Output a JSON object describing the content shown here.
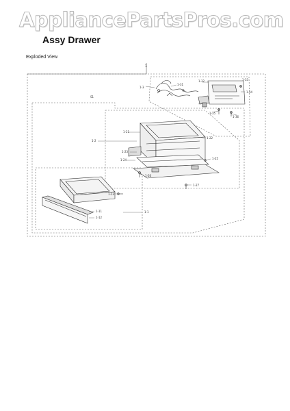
{
  "watermark": "AppliancePartsPros.com",
  "title": "Assy Drawer",
  "subtitle": "Exploded View",
  "callouts": {
    "top": "1",
    "main_group": "S1",
    "wire_group": "1-3",
    "wire_a": "1-31",
    "wire_b": "1-32",
    "wire_c": "1-33",
    "wire_d": "1-34",
    "wire_e": "1-35",
    "wire_f": "1-36",
    "frame_group": "1-2",
    "frame_a": "1-21",
    "frame_b": "1-22",
    "frame_c": "1-23",
    "frame_d": "1-24",
    "frame_e": "1-25",
    "frame_f": "1-26",
    "frame_g": "1-27",
    "drawer_group": "1-1",
    "drawer_a": "1-11",
    "drawer_b": "1-12",
    "drawer_c": "1-13"
  }
}
